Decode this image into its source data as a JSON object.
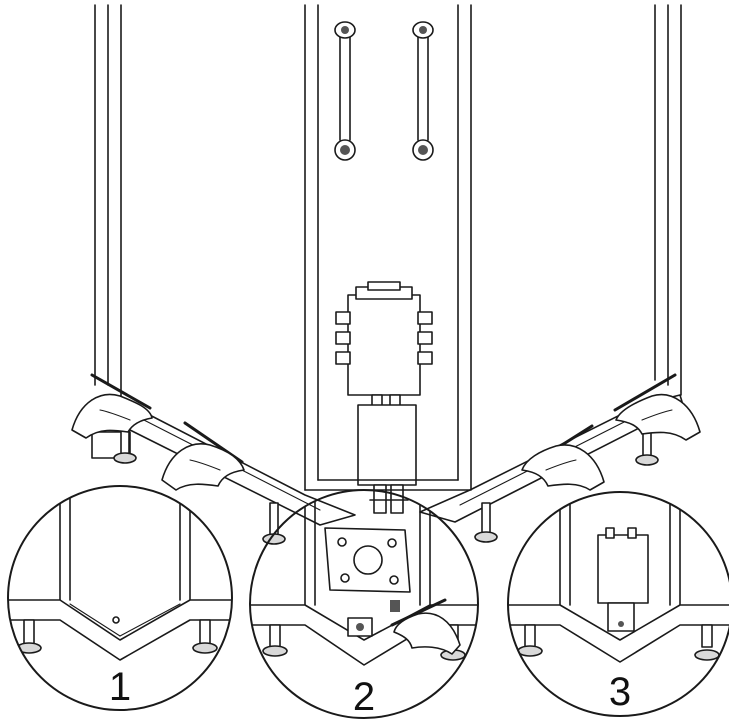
{
  "callouts": [
    {
      "label": "1"
    },
    {
      "label": "2"
    },
    {
      "label": "3"
    }
  ],
  "colors": {
    "line": "#1a1a1a",
    "fill": "#ffffff",
    "shade": "#d9d9d9"
  },
  "icons": [
    "hand-with-screwdriver-icon",
    "adjustable-foot-icon",
    "mixer-valve-icon"
  ]
}
